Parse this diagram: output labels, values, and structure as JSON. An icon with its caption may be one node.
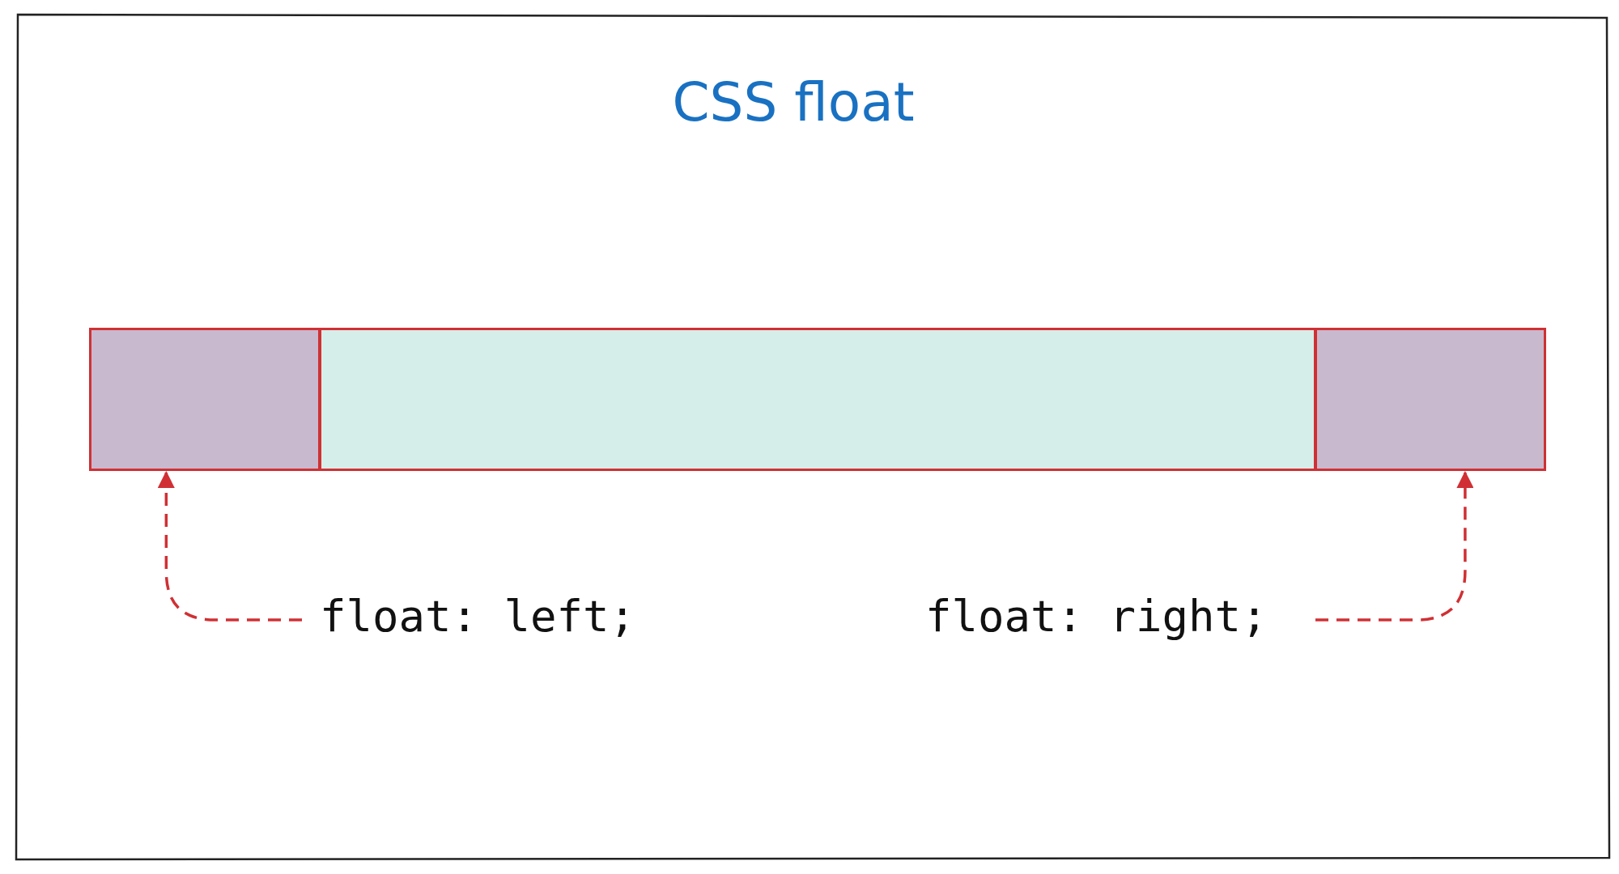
{
  "diagram": {
    "title": "CSS float",
    "nodes": [
      {
        "text": [],
        "shape": "box"
      },
      {
        "text": [],
        "shape": "box"
      },
      {
        "text": [],
        "shape": "box"
      },
      {
        "text": [
          "float: left;"
        ]
      },
      {
        "text": [
          "float: right;"
        ]
      }
    ],
    "edges": [
      {
        "from": 3,
        "to": 0,
        "arrow": "to",
        "style": "dashed"
      },
      {
        "from": 4,
        "to": 2,
        "arrow": "to",
        "style": "dashed"
      }
    ]
  }
}
